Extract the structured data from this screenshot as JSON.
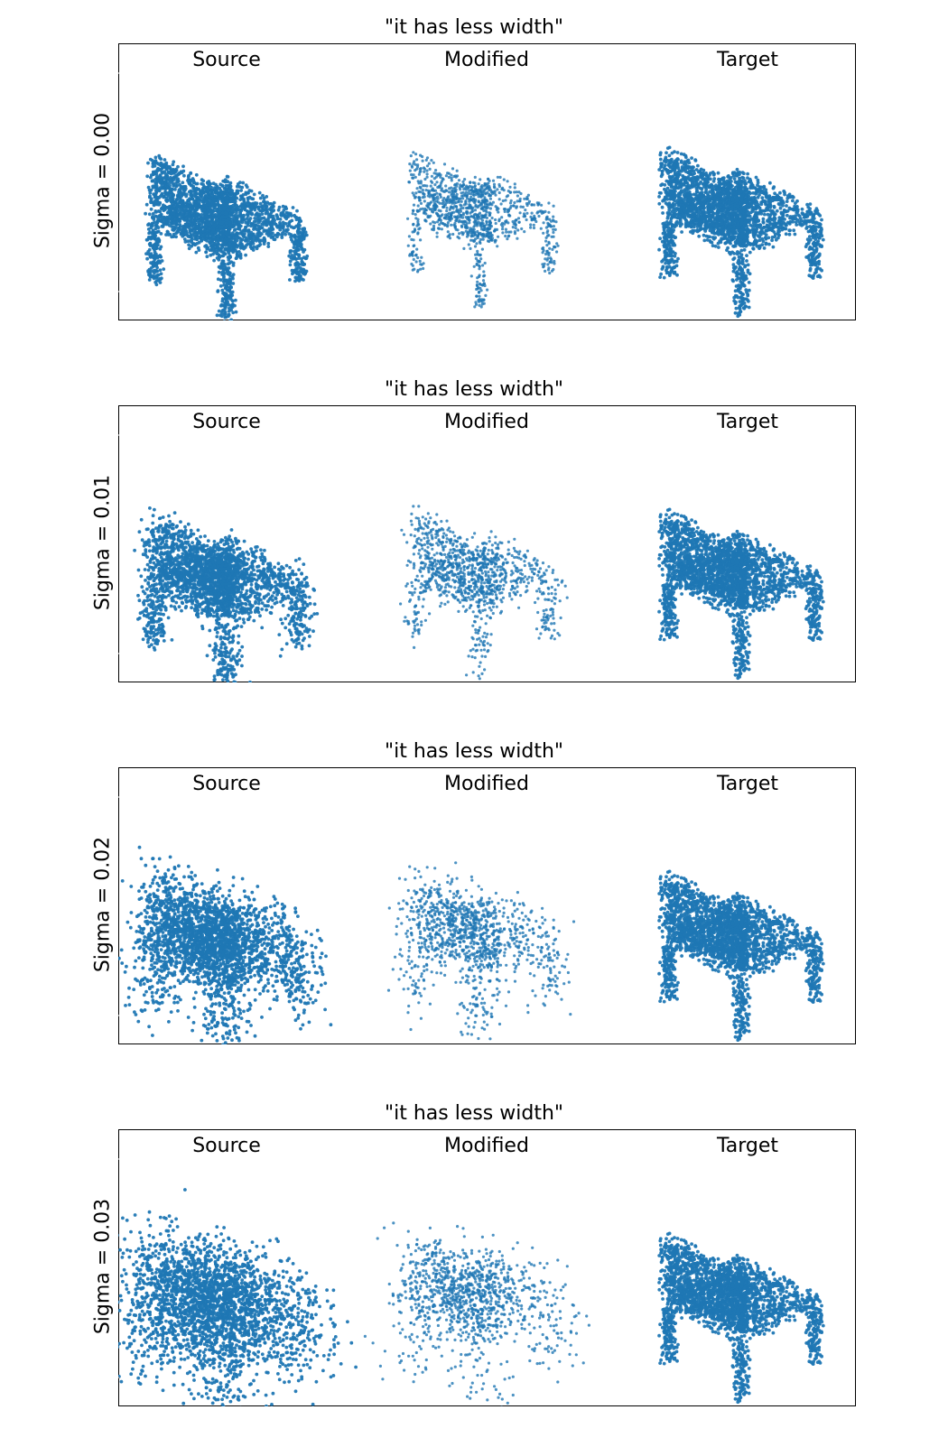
{
  "panels": [
    {
      "title": "\"it has less width\"",
      "row_label": "Sigma = 0.00",
      "sigma": 0.0,
      "columns": [
        "Source",
        "Modified",
        "Target"
      ]
    },
    {
      "title": "\"it has less width\"",
      "row_label": "Sigma = 0.01",
      "sigma": 0.01,
      "columns": [
        "Source",
        "Modified",
        "Target"
      ]
    },
    {
      "title": "\"it has less width\"",
      "row_label": "Sigma = 0.02",
      "sigma": 0.02,
      "columns": [
        "Source",
        "Modified",
        "Target"
      ]
    },
    {
      "title": "\"it has less width\"",
      "row_label": "Sigma = 0.03",
      "sigma": 0.03,
      "columns": [
        "Source",
        "Modified",
        "Target"
      ]
    }
  ],
  "colors": {
    "points": "#1f77b4",
    "frame": "#000000",
    "background": "#ffffff"
  }
}
